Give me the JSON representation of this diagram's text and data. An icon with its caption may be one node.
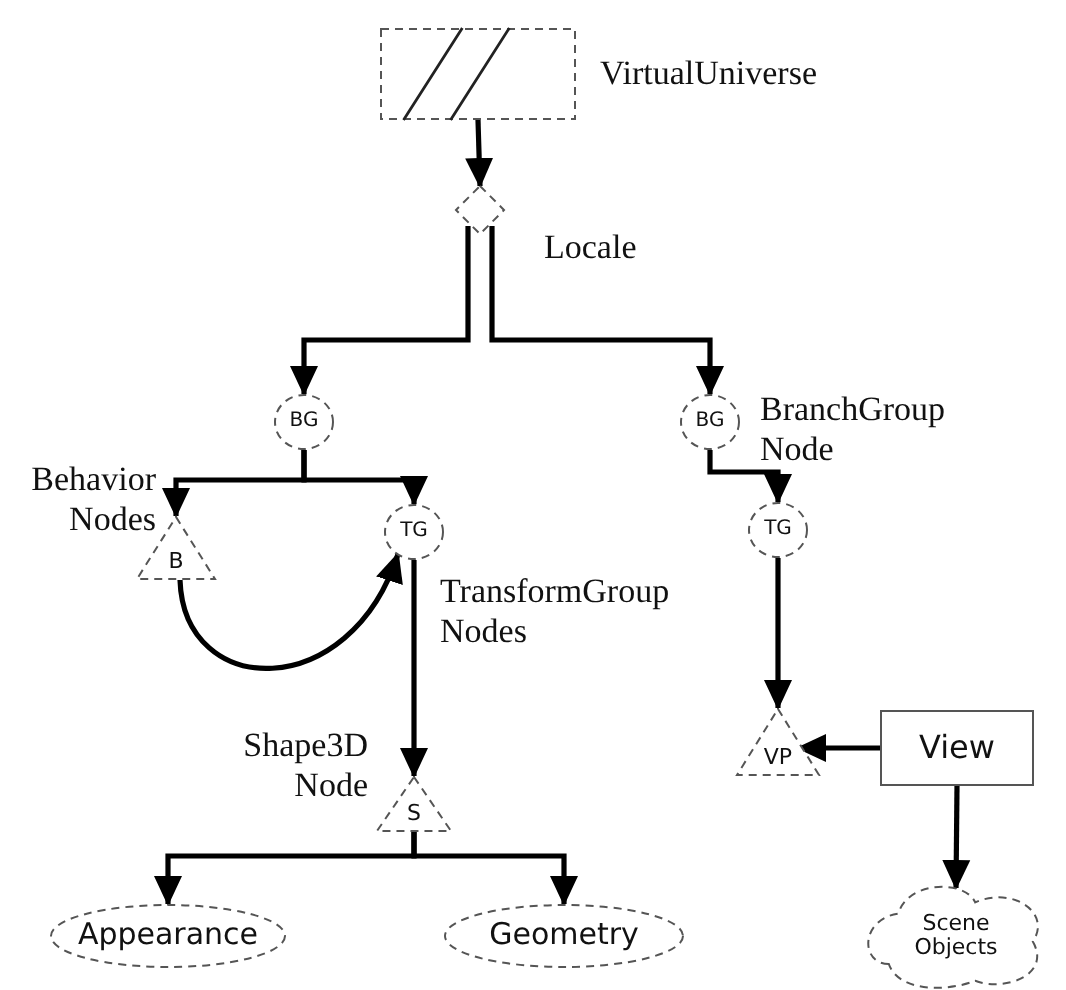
{
  "diagram": {
    "nodes": [
      {
        "text": [],
        "shape": "box",
        "beside": [
          "VirtualUniverse"
        ]
      },
      {
        "text": [],
        "shape": "diamond",
        "beside": [
          "Locale"
        ]
      },
      {
        "text": [
          "BG"
        ]
      },
      {
        "text": [
          "BG"
        ],
        "beside": [
          "BranchGroup Node"
        ]
      },
      {
        "text": [
          "B"
        ],
        "beside": [
          "Behavior Nodes"
        ]
      },
      {
        "text": [
          "TG"
        ],
        "beside": [
          "TransformGroup Nodes"
        ]
      },
      {
        "text": [
          "TG"
        ]
      },
      {
        "text": [
          "S"
        ],
        "beside": [
          "Shape3D Node"
        ]
      },
      {
        "text": [
          "VP"
        ]
      },
      {
        "text": [
          "View"
        ]
      },
      {
        "text": [
          "Appearance"
        ]
      },
      {
        "text": [
          "Geometry"
        ]
      },
      {
        "text": [
          "Scene Objects"
        ]
      }
    ],
    "edges": [
      {
        "from": 0,
        "to": 1,
        "arrow": "to"
      },
      {
        "from": 1,
        "to": 2,
        "arrow": "to"
      },
      {
        "from": 1,
        "to": 3,
        "arrow": "to"
      },
      {
        "from": 2,
        "to": 4,
        "arrow": "to"
      },
      {
        "from": 2,
        "to": 5,
        "arrow": "to"
      },
      {
        "from": 4,
        "to": 5,
        "arrow": "to"
      },
      {
        "from": 3,
        "to": 6,
        "arrow": "to"
      },
      {
        "from": 5,
        "to": 7,
        "arrow": "to"
      },
      {
        "from": 6,
        "to": 8,
        "arrow": "to"
      },
      {
        "from": 9,
        "to": 8,
        "arrow": "to"
      },
      {
        "from": 9,
        "to": 12,
        "arrow": "to"
      },
      {
        "from": 7,
        "to": 10,
        "arrow": "to"
      },
      {
        "from": 7,
        "to": 11,
        "arrow": "to"
      }
    ]
  }
}
